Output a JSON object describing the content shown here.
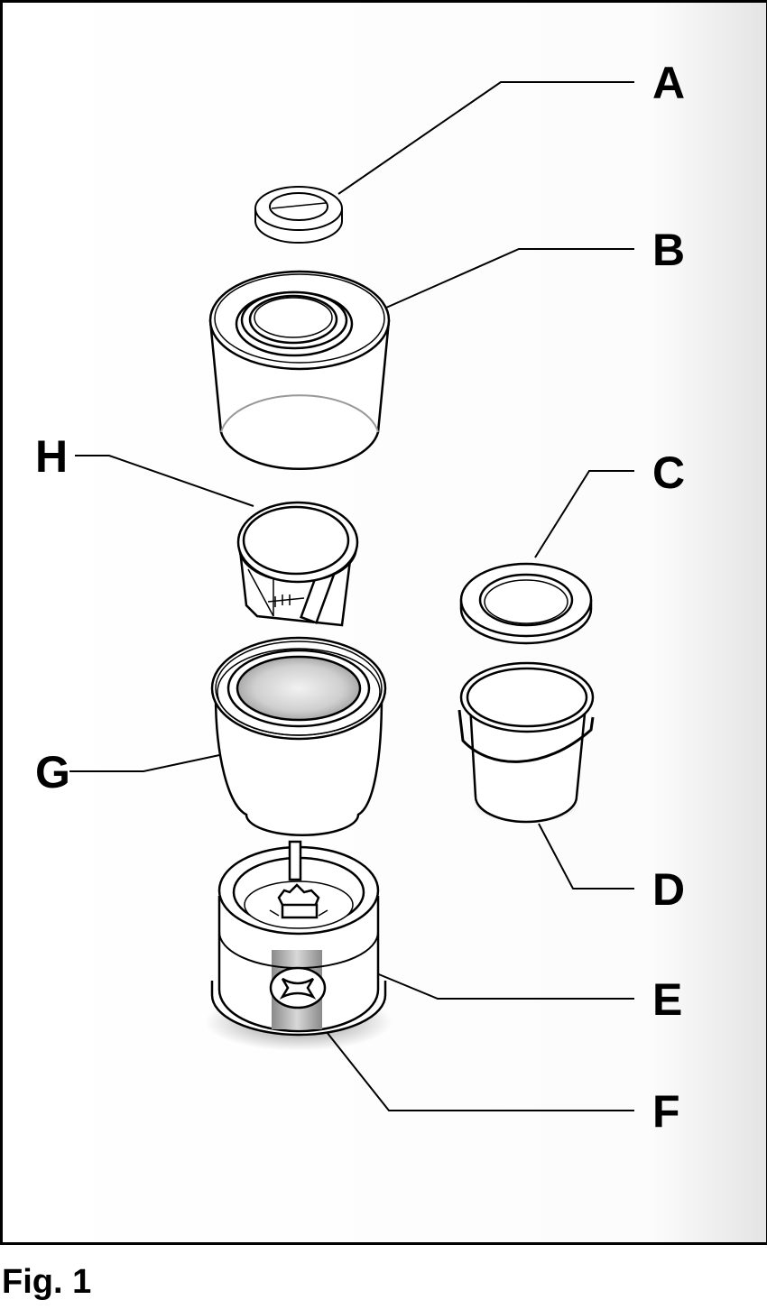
{
  "figure": {
    "caption": "Fig. 1",
    "labels": {
      "A": "A",
      "B": "B",
      "C": "C",
      "D": "D",
      "E": "E",
      "F": "F",
      "G": "G",
      "H": "H"
    }
  },
  "colors": {
    "background_edge": "#e6e6e6",
    "line": "#000000",
    "metal": "#9a9a9a"
  }
}
